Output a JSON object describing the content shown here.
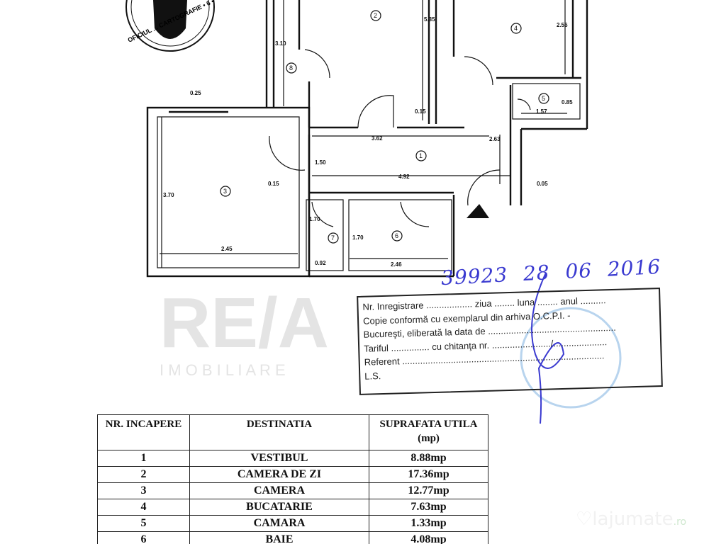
{
  "seal": {
    "text": "OFICIUL ... CARTOGRAFIE • 6 •"
  },
  "rooms": {
    "r1": "1",
    "r2": "2",
    "r3": "3",
    "r4": "4",
    "r5": "5",
    "r6": "6",
    "r7": "7",
    "r8": "8"
  },
  "dimensions": {
    "d_310": "3.10",
    "d_535": "5.35",
    "d_256": "2.56",
    "d_025": "0.25",
    "d_015a": "0.15",
    "d_157": "1.57",
    "d_085": "0.85",
    "d_362": "3.62",
    "d_263": "2.63",
    "d_150": "1.50",
    "d_492": "4.92",
    "d_015b": "0.15",
    "d_005": "0.05",
    "d_370": "3.70",
    "d_170a": "1.70",
    "d_170b": "1.70",
    "d_245": "2.45",
    "d_092": "0.92",
    "d_246": "2.46"
  },
  "watermark": {
    "brand": "RE/A",
    "sub": "I M O B I L I A R E"
  },
  "stamp": {
    "lines": [
      "Nr. Inregistrare .................. ziua ........ luna ........ anul ..........",
      "Copie conformă cu exemplarul din arhiva O.C.P.I. -",
      "Bucureşti, eliberată la data de ..................................................",
      "Tariful ............... cu chitanţa nr. ......................./.....................",
      "Referent ...............................................................................",
      "L.S."
    ],
    "handwritten": "39923 28 06 2016"
  },
  "table": {
    "headers": [
      "NR. INCAPERE",
      "DESTINATIA",
      "SUPRAFATA UTILA (mp)"
    ],
    "rows": [
      [
        "1",
        "VESTIBUL",
        "8.88mp"
      ],
      [
        "2",
        "CAMERA DE ZI",
        "17.36mp"
      ],
      [
        "3",
        "CAMERA",
        "12.77mp"
      ],
      [
        "4",
        "BUCATARIE",
        "7.63mp"
      ],
      [
        "5",
        "CAMARA",
        "1.33mp"
      ],
      [
        "6",
        "BAIE",
        "4.08mp"
      ]
    ]
  },
  "logo": {
    "name": "lajumate",
    "tld": ".ro"
  }
}
